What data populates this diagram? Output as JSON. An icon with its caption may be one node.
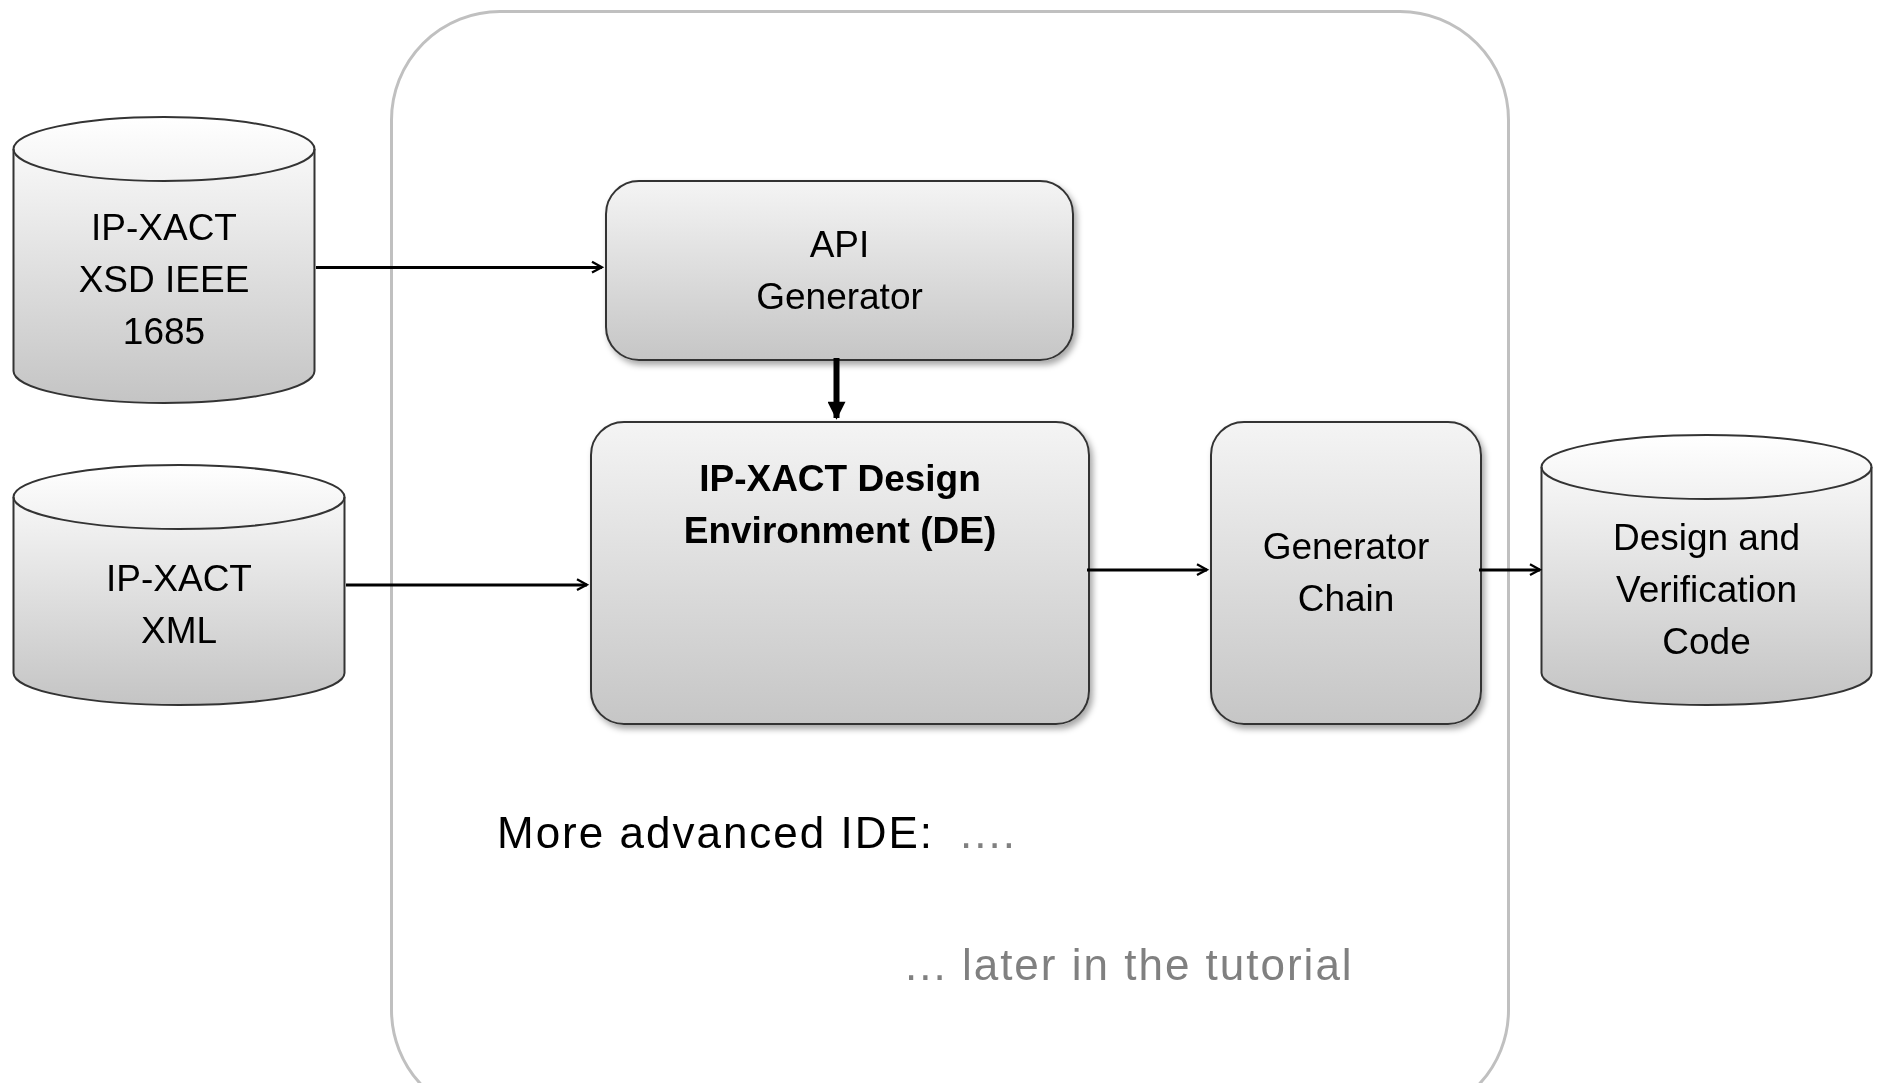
{
  "diagram": {
    "nodes": [
      {
        "text": [],
        "shape": "box"
      },
      {
        "text": [
          "IP-XACT XSD IEEE 1685"
        ]
      },
      {
        "text": [
          "IP-XACT XML"
        ]
      },
      {
        "text": [
          "API Generator"
        ],
        "in": 0
      },
      {
        "text": [
          "IP-XACT Design Environment (DE)"
        ],
        "in": 0
      },
      {
        "text": [
          "Generator Chain"
        ],
        "in": 0
      },
      {
        "text": [
          "Design and Verification Code"
        ]
      }
    ],
    "edges": [
      {
        "from": 1,
        "to": 3,
        "arrow": "to"
      },
      {
        "from": 3,
        "to": 4,
        "arrow": "to",
        "style": "thick"
      },
      {
        "from": 2,
        "to": 4,
        "arrow": "to"
      },
      {
        "from": 4,
        "to": 5,
        "arrow": "to"
      },
      {
        "from": 5,
        "to": 6,
        "arrow": "to"
      }
    ],
    "labels": [
      "More advanced IDE:",
      "....",
      "... later in the tutorial"
    ]
  }
}
